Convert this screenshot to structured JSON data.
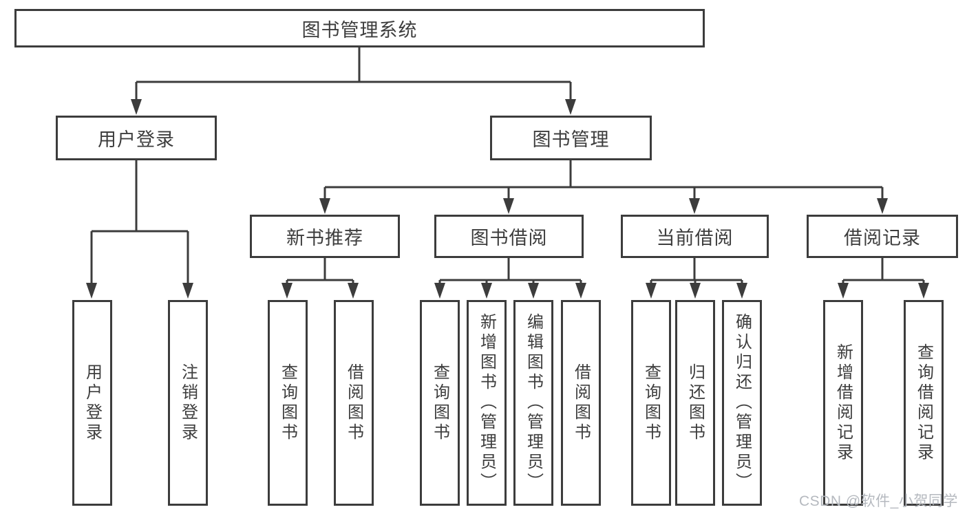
{
  "colors": {
    "line": "#3c3c3c",
    "text": "#3d3d3d",
    "background": "#ffffff",
    "watermark": "#b5b9bf"
  },
  "watermark": {
    "text": "CSDN @软件_小贺同学"
  },
  "tree": {
    "root": {
      "label": "图书管理系统"
    },
    "branches": [
      {
        "label": "用户登录",
        "children": [
          {
            "label": "用户登录"
          },
          {
            "label": "注销登录"
          }
        ]
      },
      {
        "label": "图书管理",
        "children": [
          {
            "label": "新书推荐",
            "children": [
              {
                "label": "查询图书"
              },
              {
                "label": "借阅图书"
              }
            ]
          },
          {
            "label": "图书借阅",
            "children": [
              {
                "label": "查询图书"
              },
              {
                "label": "新增图书（管理员）"
              },
              {
                "label": "编辑图书（管理员）"
              },
              {
                "label": "借阅图书"
              }
            ]
          },
          {
            "label": "当前借阅",
            "children": [
              {
                "label": "查询图书"
              },
              {
                "label": "归还图书"
              },
              {
                "label": "确认归还（管理员）"
              }
            ]
          },
          {
            "label": "借阅记录",
            "children": [
              {
                "label": "新增借阅记录"
              },
              {
                "label": "查询借阅记录"
              }
            ]
          }
        ]
      }
    ]
  }
}
